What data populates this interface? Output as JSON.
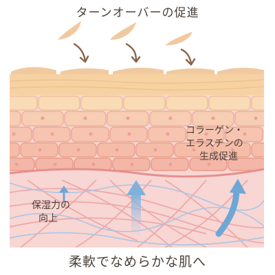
{
  "header": {
    "title": "ターンオーバーの促進"
  },
  "footer": {
    "caption": "柔軟でなめらかな肌へ"
  },
  "labels": {
    "collagen": [
      "コラーゲン・",
      "エラスチンの",
      "生成促進"
    ],
    "moisture": [
      "保湿力の",
      "向上"
    ]
  },
  "colors": {
    "stratum_corneum": "#f6d2a2",
    "epidermis_upper": "#f9dcb6",
    "epidermis_lower": "#f6c4b0",
    "basal_line": "#e58f8c",
    "dermis": "#f7d6d3",
    "fiber_pink": "#eea9aa",
    "fiber_blue": "#a9c4e6",
    "arrow_blue": "#6ea7d6",
    "arrow_brown": "#8a6246",
    "flake": "#f1c9a0",
    "text": "#4a4038"
  },
  "icons": [
    "falling-flake-icon",
    "down-arrow-icon",
    "up-arrow-icon",
    "curved-up-arrow-icon"
  ]
}
